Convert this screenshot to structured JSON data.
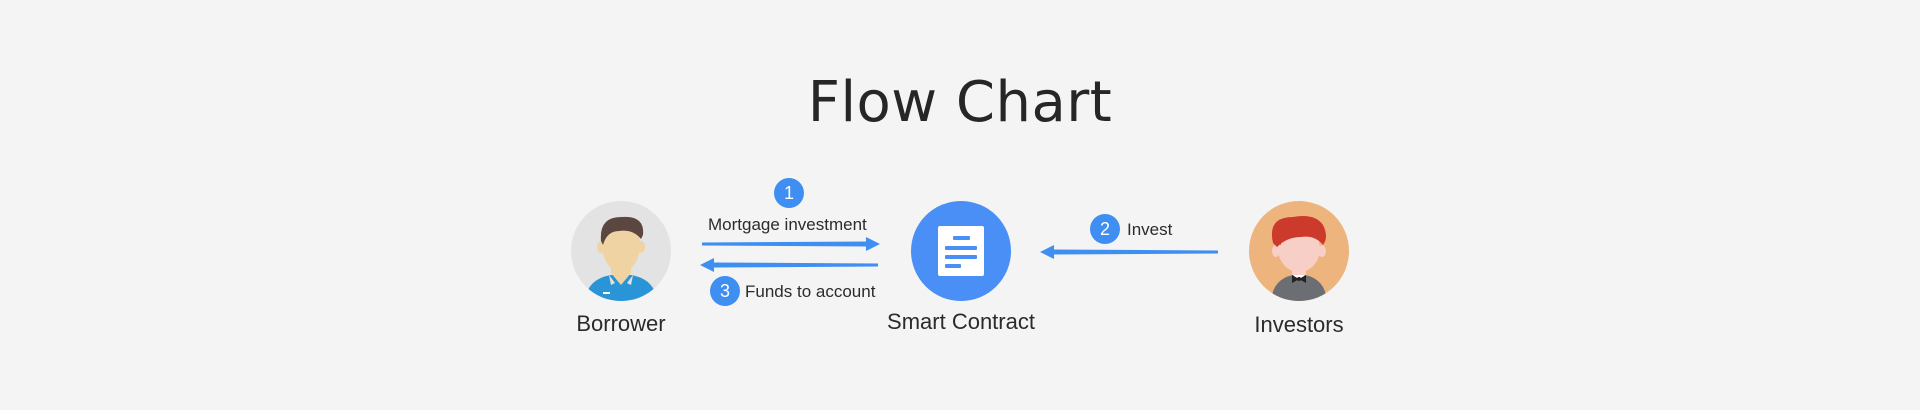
{
  "title": "Flow Chart",
  "nodes": {
    "borrower": {
      "label": "Borrower",
      "bg_color": "#e3e3e3",
      "icon": "male-user-icon"
    },
    "smart_contract": {
      "label": "Smart Contract",
      "bg_color": "#4a8ff5",
      "icon": "document-icon"
    },
    "investors": {
      "label": "Investors",
      "bg_color": "#edb47e",
      "icon": "red-haired-user-icon"
    }
  },
  "edges": [
    {
      "step": "1",
      "label": "Mortgage investment",
      "from": "Borrower",
      "to": "Smart Contract"
    },
    {
      "step": "2",
      "label": "Invest",
      "from": "Investors",
      "to": "Smart Contract"
    },
    {
      "step": "3",
      "label": "Funds to account",
      "from": "Smart Contract",
      "to": "Borrower"
    }
  ],
  "colors": {
    "accent": "#3f8ff2",
    "background": "#f4f4f4",
    "text": "#262626"
  }
}
